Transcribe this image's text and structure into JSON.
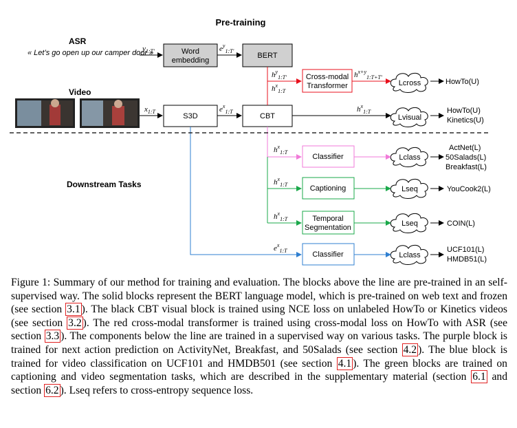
{
  "figure": {
    "title": "Pre-training",
    "asr_label": "ASR",
    "asr_text": "« Let’s go open up our camper door »",
    "video_label": "Video",
    "downstream_label": "Downstream Tasks",
    "blocks": {
      "word_embedding_line1": "Word",
      "word_embedding_line2": "embedding",
      "bert": "BERT",
      "s3d": "S3D",
      "cbt": "CBT",
      "cross_modal_line1": "Cross-modal",
      "cross_modal_line2": "Transformer",
      "classifier_purple": "Classifier",
      "captioning": "Captioning",
      "temporal_line1": "Temporal",
      "temporal_line2": "Segmentation",
      "classifier_blue": "Classifier"
    },
    "losses": {
      "cross": "Lcross",
      "visual": "Lvisual",
      "class_purple": "Lclass",
      "seq_captioning": "Lseq",
      "seq_segmentation": "Lseq",
      "class_blue": "Lclass"
    },
    "datasets": {
      "cross": "HowTo(U)",
      "visual": [
        "HowTo(U)",
        "Kinetics(U)"
      ],
      "class_purple": [
        "ActNet(L)",
        "50Salads(L)",
        "Breakfast(L)"
      ],
      "captioning": "YouCook2(L)",
      "segmentation": "COIN(L)",
      "class_blue": [
        "UCF101(L)",
        "HMDB51(L)"
      ]
    },
    "vars": {
      "y": "y",
      "x": "x",
      "e": "e",
      "h": "h",
      "sup_y": "y",
      "sup_x": "x",
      "sup_xy": "x+y",
      "sub_1T_prime": "1:T′",
      "sub_1T": "1:T",
      "sub_1TTprime": "1:T+T′"
    },
    "colors": {
      "red": "#e8101c",
      "purple": "#f07ad8",
      "green": "#1aa84a",
      "blue": "#2f7fd0",
      "gray_block": "#d0d0d0"
    }
  },
  "caption": {
    "p1": "Figure 1:   Summary of our method for training and evaluation.  The blocks above the line are pre-trained in an self-supervised way. The solid blocks represent the BERT language model, which is pre-trained on web text and frozen (see section ",
    "r1": "3.1",
    "p2": "). The black CBT visual block is trained using NCE loss on unlabeled HowTo or Kinetics videos (see section ",
    "r2": "3.2",
    "p3": "). The red cross-modal transformer is trained using cross-modal loss on HowTo with ASR (see section ",
    "r3": "3.3",
    "p4": "). The components below the line are trained in a supervised way on various tasks. The purple block is trained for next action prediction on ActivityNet, Breakfast, and 50Salads (see section ",
    "r4": "4.2",
    "p5": "). The blue block is trained for video classification on UCF101 and HMDB501 (see section ",
    "r5": "4.1",
    "p6": ").  The green blocks are trained on captioning and video segmentation tasks, which are described in the supplementary material (section ",
    "r6": "6.1",
    "p7": " and section ",
    "r7": "6.2",
    "p8": "). Lseq refers to cross-entropy sequence loss."
  }
}
